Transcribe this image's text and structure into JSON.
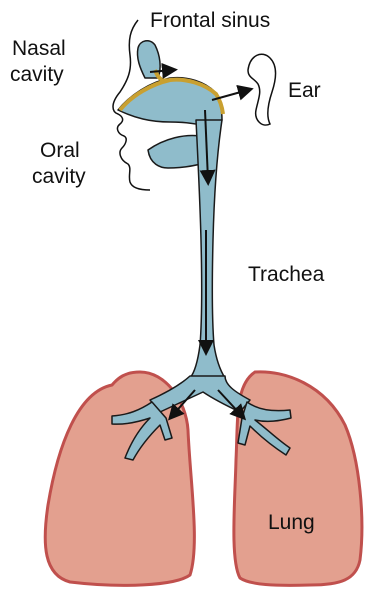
{
  "labels": {
    "frontal_sinus": "Frontal sinus",
    "nasal_cavity": [
      "Nasal",
      "cavity"
    ],
    "ear": "Ear",
    "oral_cavity": [
      "Oral",
      "cavity"
    ],
    "trachea": "Trachea",
    "lung": "Lung"
  },
  "colors": {
    "airway_fill": "#8fbccb",
    "airway_outline": "#1a1a1a",
    "sinus_outline": "#c9a030",
    "lung_fill": "#e3a08f",
    "lung_outline": "#c0504d",
    "arrow": "#111111"
  }
}
